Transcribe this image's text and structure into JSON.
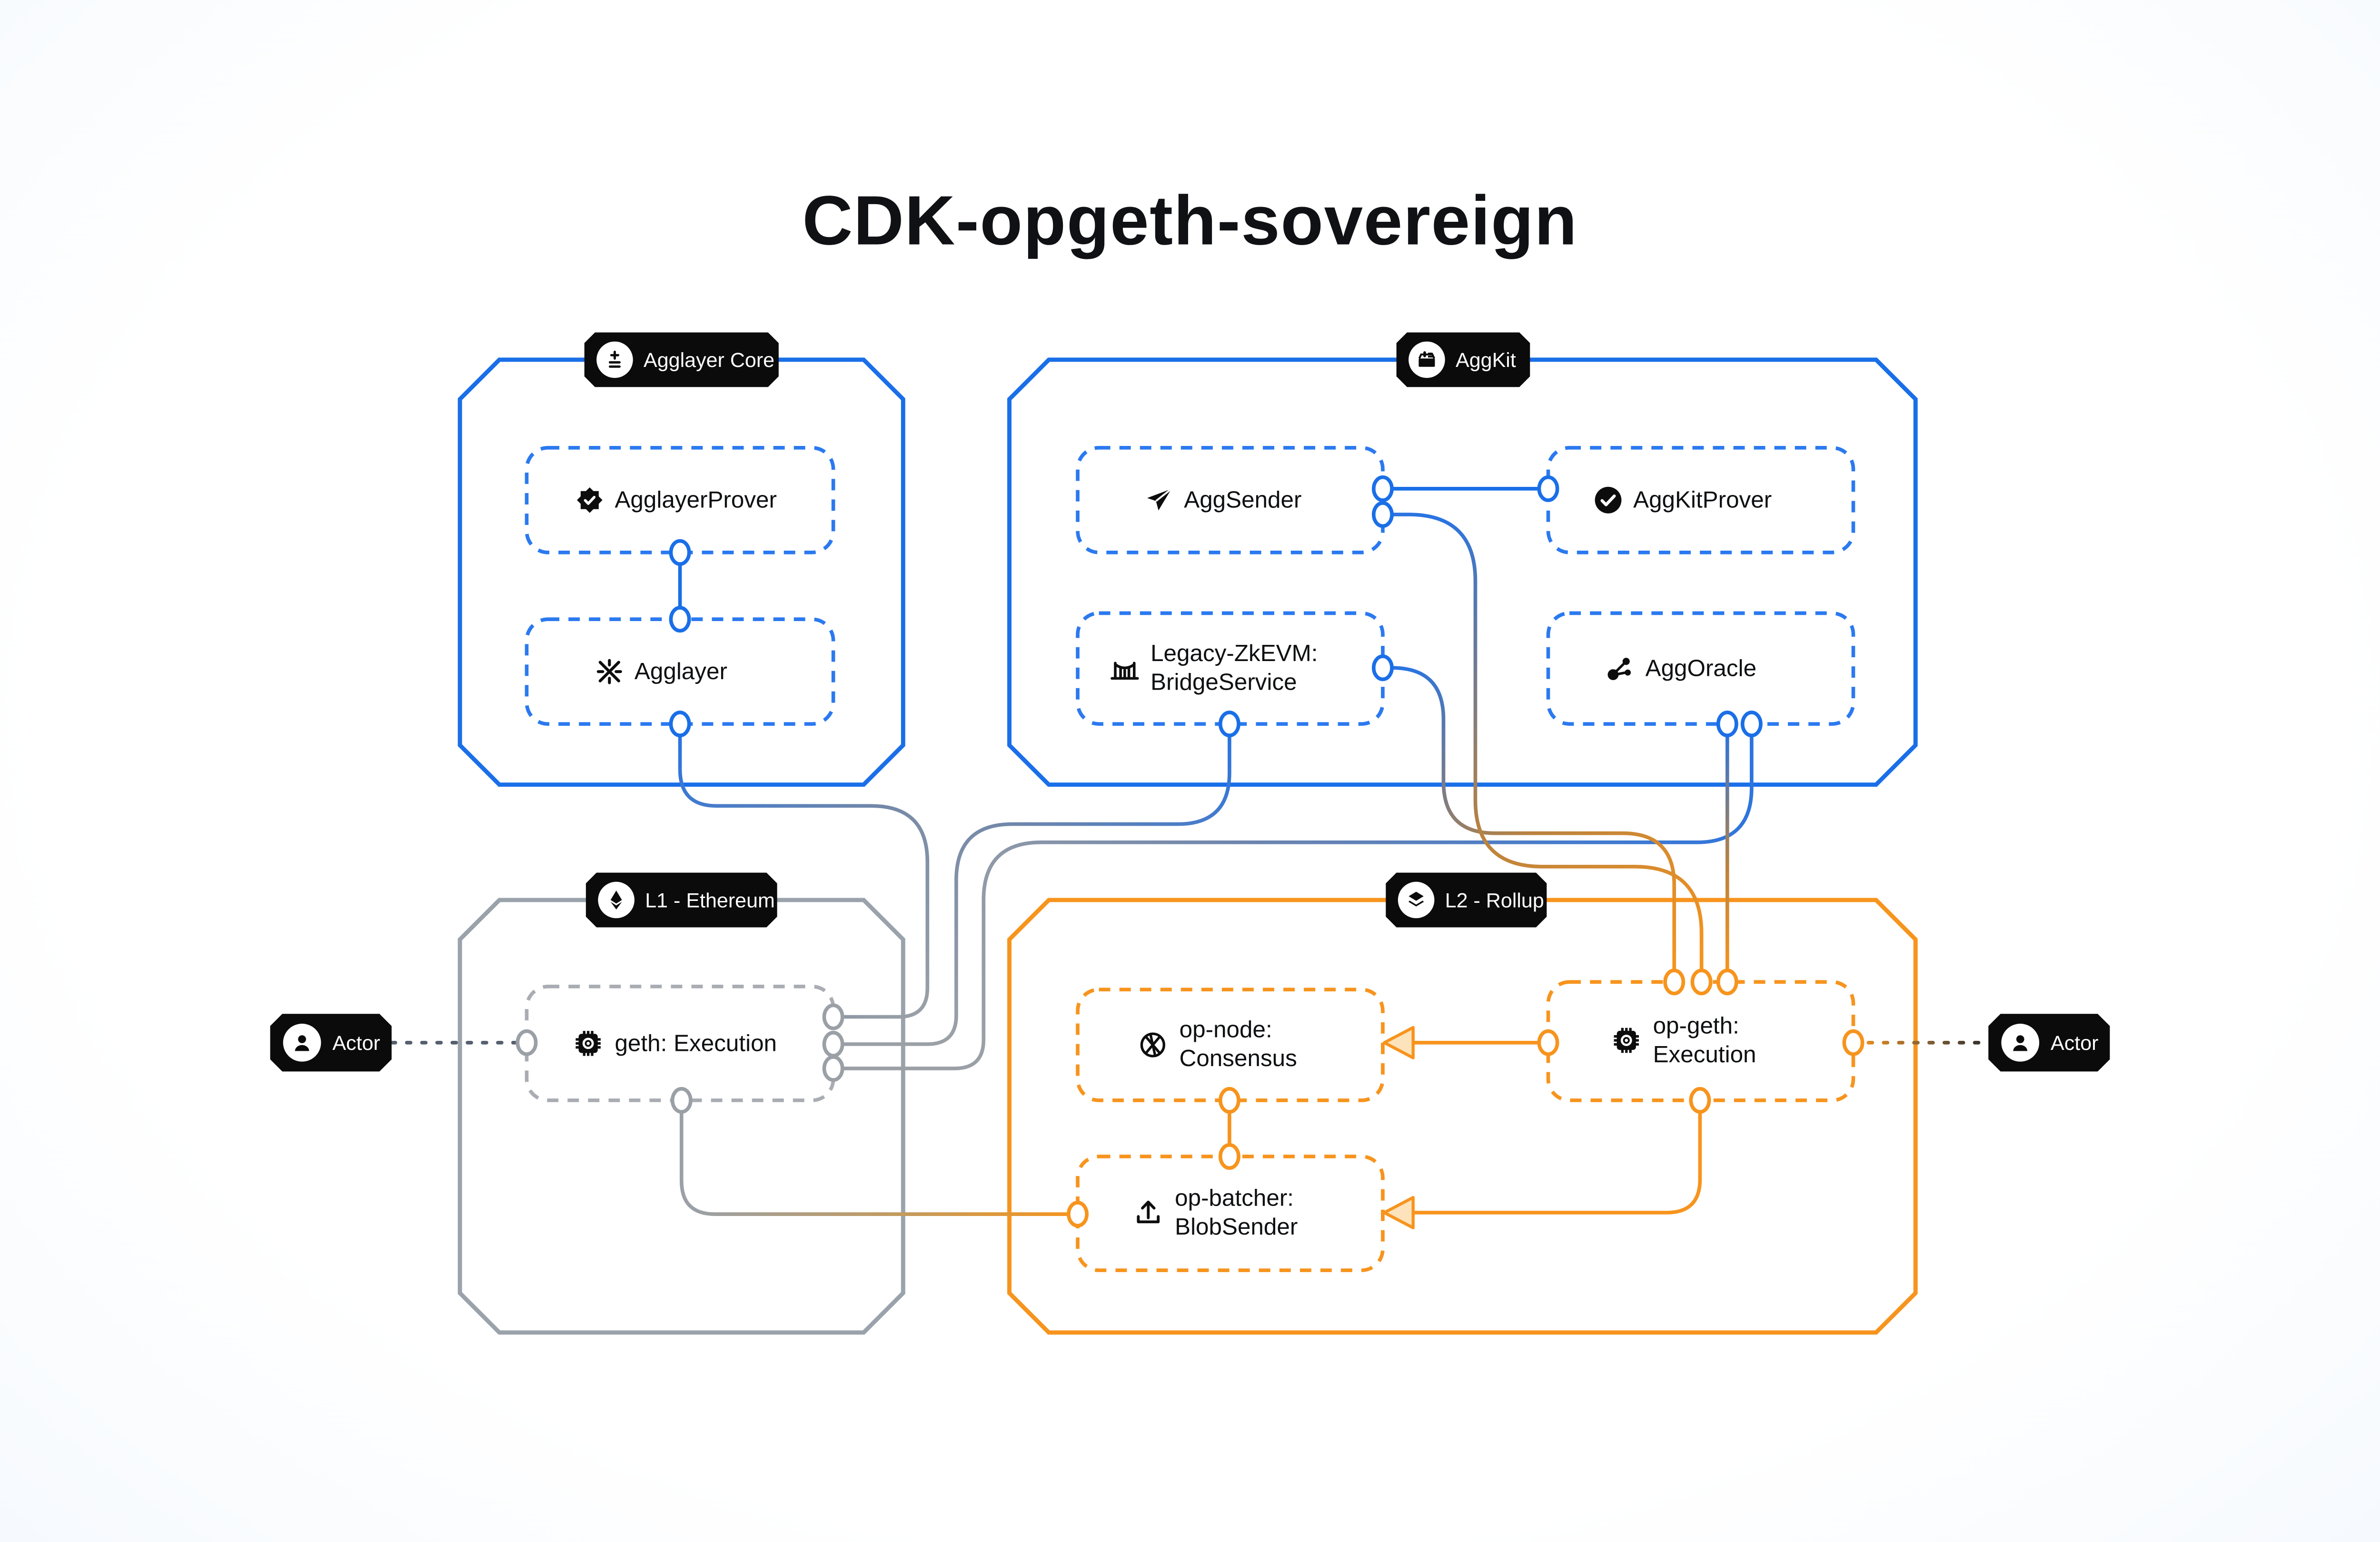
{
  "title": "CDK-opgeth-sovereign",
  "colors": {
    "blue": "#1a6fe8",
    "gray": "#9aa0a6",
    "orange": "#f7941d",
    "badge_black": "#0b0b0c",
    "text_black": "#0e0f11",
    "background_edge_blue": "#dcebfa"
  },
  "groups": [
    {
      "id": "agglayer-core",
      "label": "Agglayer Core",
      "icon": "plus-minus-icon",
      "border_color": "#1a6fe8"
    },
    {
      "id": "aggkit",
      "label": "AggKit",
      "icon": "toolbox-icon",
      "border_color": "#1a6fe8"
    },
    {
      "id": "l1",
      "label": "L1 - Ethereum",
      "icon": "ethereum-icon",
      "border_color": "#9aa0a6"
    },
    {
      "id": "l2",
      "label": "L2 - Rollup",
      "icon": "layers-icon",
      "border_color": "#f7941d"
    }
  ],
  "components": [
    {
      "id": "agglayer-prover",
      "label": "AgglayerProver",
      "icon": "seal-check-icon",
      "group": "agglayer-core"
    },
    {
      "id": "agglayer",
      "label": "Agglayer",
      "icon": "agglayer-logo-icon",
      "group": "agglayer-core"
    },
    {
      "id": "agg-sender",
      "label": "AggSender",
      "icon": "send-icon",
      "group": "aggkit"
    },
    {
      "id": "aggkit-prover",
      "label": "AggKitProver",
      "icon": "check-circle-icon",
      "group": "aggkit"
    },
    {
      "id": "legacy-zkevm-bridge",
      "label": "Legacy-ZkEVM: BridgeService",
      "label_lines": [
        "Legacy-ZkEVM:",
        "BridgeService"
      ],
      "icon": "bridge-icon",
      "group": "aggkit"
    },
    {
      "id": "agg-oracle",
      "label": "AggOracle",
      "icon": "network-icon",
      "group": "aggkit"
    },
    {
      "id": "geth",
      "label": "geth: Execution",
      "icon": "cpu-icon",
      "group": "l1"
    },
    {
      "id": "op-node",
      "label": "op-node: Consensus",
      "label_lines": [
        "op-node:",
        "Consensus"
      ],
      "icon": "consensus-icon",
      "group": "l2"
    },
    {
      "id": "op-geth",
      "label": "op-geth: Execution",
      "label_lines": [
        "op-geth:",
        "Execution"
      ],
      "icon": "cpu-icon",
      "group": "l2"
    },
    {
      "id": "op-batcher",
      "label": "op-batcher: BlobSender",
      "label_lines": [
        "op-batcher:",
        "BlobSender"
      ],
      "icon": "upload-icon",
      "group": "l2"
    }
  ],
  "actors": [
    {
      "label": "Actor",
      "icon": "person-icon",
      "side": "left"
    },
    {
      "label": "Actor",
      "icon": "person-icon",
      "side": "right"
    }
  ],
  "connections": [
    {
      "from": "agglayer-prover",
      "to": "agglayer",
      "style": "solid",
      "color": "blue"
    },
    {
      "from": "agg-sender",
      "to": "aggkit-prover",
      "style": "solid",
      "color": "blue"
    },
    {
      "from": "agglayer",
      "to": "geth",
      "style": "solid",
      "color": "blue-to-gray"
    },
    {
      "from": "legacy-zkevm-bridge",
      "to": "geth",
      "style": "solid",
      "color": "blue-to-gray"
    },
    {
      "from": "agg-oracle",
      "to": "geth",
      "style": "solid",
      "color": "blue-to-gray"
    },
    {
      "from": "legacy-zkevm-bridge",
      "to": "op-geth",
      "style": "solid",
      "color": "blue-to-orange"
    },
    {
      "from": "agg-sender",
      "to": "op-geth",
      "style": "solid",
      "color": "blue-to-orange"
    },
    {
      "from": "agg-oracle",
      "to": "op-geth",
      "style": "solid",
      "color": "blue-to-orange"
    },
    {
      "from": "op-geth",
      "to": "op-node",
      "style": "arrow",
      "color": "orange"
    },
    {
      "from": "op-geth",
      "to": "op-batcher",
      "style": "arrow",
      "color": "orange"
    },
    {
      "from": "op-node",
      "to": "op-batcher",
      "style": "solid",
      "color": "orange"
    },
    {
      "from": "geth",
      "to": "op-batcher",
      "style": "solid",
      "color": "gray-to-orange"
    },
    {
      "from": "actor-left",
      "to": "geth",
      "style": "dashed",
      "color": "gray"
    },
    {
      "from": "op-geth",
      "to": "actor-right",
      "style": "dashed",
      "color": "orange-to-black"
    }
  ]
}
